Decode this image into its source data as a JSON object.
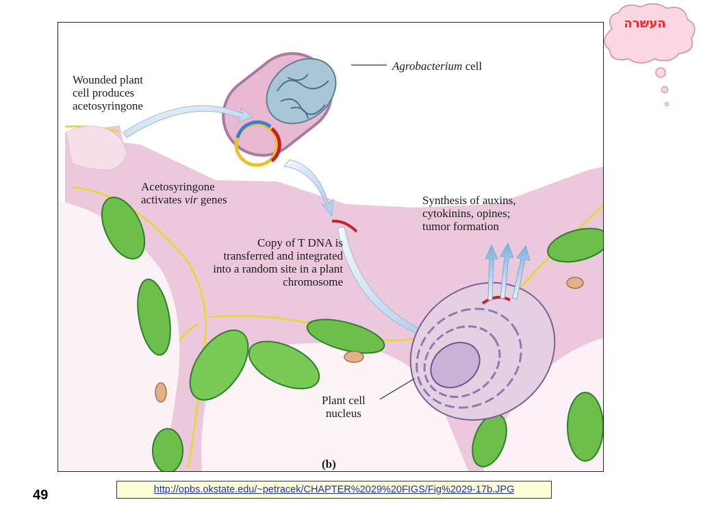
{
  "figure": {
    "labels": {
      "agrobacterium_italic": "Agrobacterium",
      "agrobacterium_rest": " cell",
      "wounded": "Wounded plant\ncell produces\nacetosyringone",
      "activates_line1": "Acetosyringone",
      "activates_line2_a": "activates ",
      "activates_line2_vir": "vir",
      "activates_line2_b": " genes",
      "tdna": "Copy of  T DNA is\ntransferred and integrated\ninto a random site in a plant",
      "tdna_last": "chromosome",
      "synthesis": "Synthesis of auxins,\ncytokinins, opines;\ntumor formation",
      "nucleus": "Plant cell\nnucleus",
      "panel": "(b)"
    }
  },
  "source_link": "http://opbs.okstate.edu/~petracek/CHAPTER%2029%20FIGS/Fig%2029-17b.JPG",
  "slide_number": "49",
  "comment_callout": "העשרה"
}
